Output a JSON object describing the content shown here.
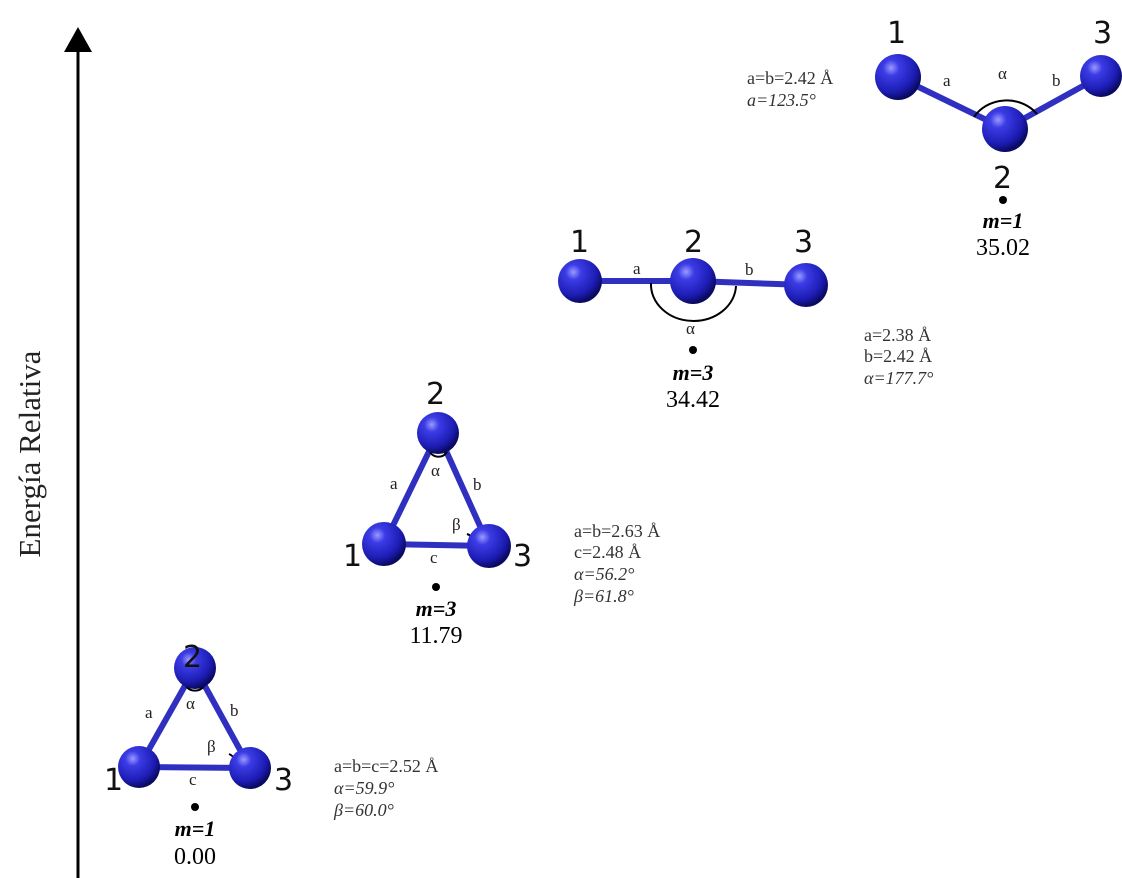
{
  "axis": {
    "title": "Energía Relativa"
  },
  "colors": {
    "atom": "#2a2ac8",
    "bond": "#3030c0",
    "arc": "#000000"
  },
  "isomers": [
    {
      "id": "iso1",
      "atom_labels": [
        "1",
        "2",
        "3"
      ],
      "bond_labels": [
        "a",
        "b",
        "c"
      ],
      "angle_labels": [
        "α",
        "β"
      ],
      "multiplicity": "m=1",
      "energy": "0.00",
      "geometry": [
        "a=b=c=2.52 Å",
        "α=59.9°",
        "β=60.0°"
      ]
    },
    {
      "id": "iso2",
      "atom_labels": [
        "1",
        "2",
        "3"
      ],
      "bond_labels": [
        "a",
        "b",
        "c"
      ],
      "angle_labels": [
        "α",
        "β"
      ],
      "multiplicity": "m=3",
      "energy": "11.79",
      "geometry": [
        "a=b=2.63 Å",
        "c=2.48 Å",
        "α=56.2°",
        "β=61.8°"
      ]
    },
    {
      "id": "iso3",
      "atom_labels": [
        "1",
        "2",
        "3"
      ],
      "bond_labels": [
        "a",
        "b"
      ],
      "angle_labels": [
        "α"
      ],
      "multiplicity": "m=3",
      "energy": "34.42",
      "geometry": [
        "a=2.38 Å",
        "b=2.42 Å",
        "α=177.7°"
      ]
    },
    {
      "id": "iso4",
      "atom_labels": [
        "1",
        "2",
        "3"
      ],
      "bond_labels": [
        "a",
        "b"
      ],
      "angle_labels": [
        "α"
      ],
      "multiplicity": "m=1",
      "energy": "35.02",
      "geometry": [
        "a=b=2.42 Å",
        "a=123.5°"
      ]
    }
  ]
}
